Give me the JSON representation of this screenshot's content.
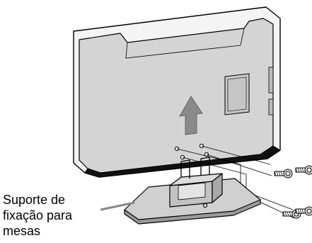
{
  "callout": {
    "lines": [
      "Suporte de",
      "fixação para",
      "mesas"
    ]
  },
  "colors": {
    "ink": "#000000",
    "tv_back": "#d4d4d4",
    "tv_edge": "#f4f4f4",
    "arrow_fill": "#8a8a8a",
    "stand_fill": "#d0d0d0",
    "leader_line": "#888888"
  },
  "icons": [
    "upward-arrow-icon",
    "screw-icon"
  ]
}
